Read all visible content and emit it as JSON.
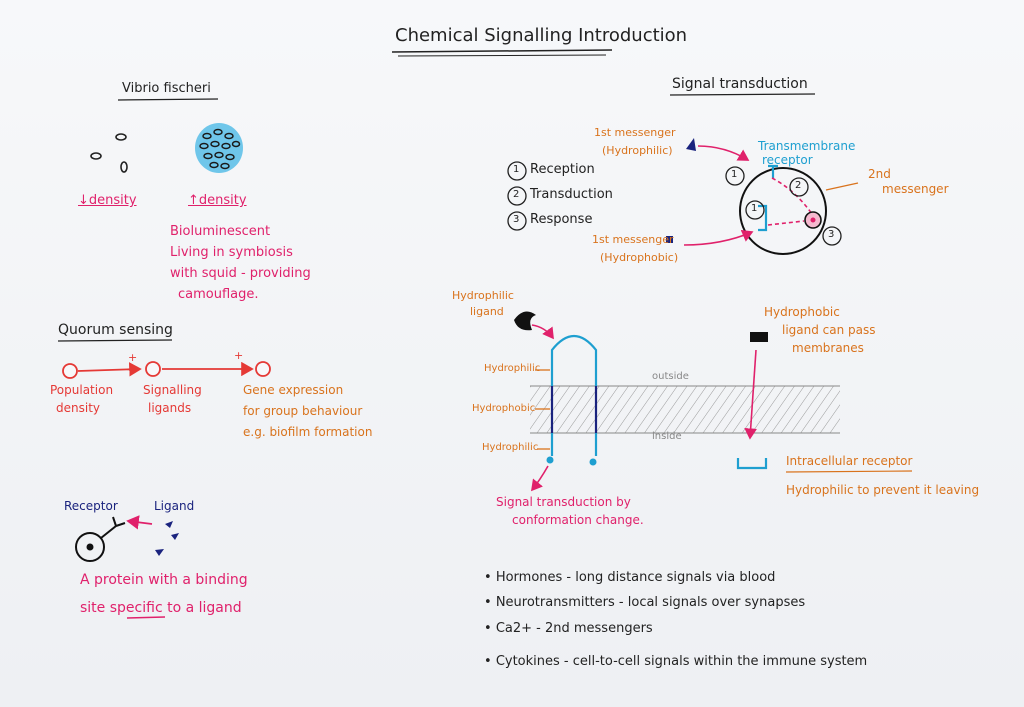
{
  "title": "Chemical Signalling Introduction",
  "colors": {
    "pink": "#e0216b",
    "orange": "#d9731d",
    "blue": "#1e9fd0",
    "navy": "#1a237e",
    "red": "#e53935",
    "ink": "#222222"
  },
  "vibrio": {
    "heading": "Vibrio fischeri",
    "low_label": "↓density",
    "high_label": "↑density",
    "notes": [
      "Bioluminescent",
      "Living in symbiosis",
      "with squid - providing",
      "camouflage."
    ]
  },
  "quorum": {
    "heading": "Quorum sensing",
    "plus": "+",
    "nodes": [
      {
        "lines": [
          "Population",
          "density"
        ]
      },
      {
        "lines": [
          "Signalling",
          "ligands"
        ]
      },
      {
        "lines": [
          "Gene expression",
          "for group behaviour",
          "e.g. biofilm formation"
        ]
      }
    ]
  },
  "receptor_ligand": {
    "receptor_label": "Receptor",
    "ligand_label": "Ligand",
    "def_prefix": "A protein with a binding",
    "def_line2_start": "site ",
    "def_specific": "specific",
    "def_line2_end": " to a ligand"
  },
  "transduction": {
    "heading": "Signal transduction",
    "steps": [
      "Reception",
      "Transduction",
      "Response"
    ],
    "step_nums": [
      "1",
      "2",
      "3"
    ],
    "first_msg_hydrophilic": [
      "1st messenger",
      "(Hydrophilic)"
    ],
    "first_msg_hydrophobic": [
      "1st messenger",
      "(Hydrophobic)"
    ],
    "transmembrane": [
      "Transmembrane",
      "receptor"
    ],
    "second_messenger": [
      "2nd",
      "messenger"
    ]
  },
  "membrane": {
    "hydrophilic_ligand": [
      "Hydrophilic",
      "ligand"
    ],
    "outside": "outside",
    "inside": "inside",
    "layers": [
      "Hydrophilic",
      "Hydrophobic",
      "Hydrophilic"
    ],
    "conformation": [
      "Signal transduction by",
      "conformation change."
    ],
    "hydrophobic_ligand": [
      "Hydrophobic",
      "ligand can pass",
      "membranes"
    ],
    "intracellular_label": "Intracellular receptor",
    "intracellular_note": "Hydrophilic to prevent it leaving"
  },
  "bullets": [
    "Hormones - long distance signals via blood",
    "Neurotransmitters - local signals over synapses",
    "Ca2+ - 2nd messengers",
    "Cytokines - cell-to-cell signals within the immune system"
  ]
}
